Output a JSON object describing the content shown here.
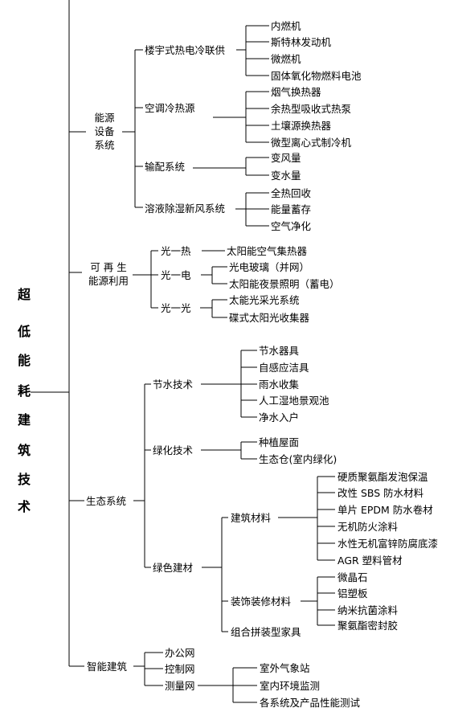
{
  "root": {
    "title_chars": [
      "超",
      "低",
      "能",
      "耗",
      "建",
      "筑",
      "技",
      "术"
    ]
  },
  "energy_equipment": {
    "label_lines": [
      "能源",
      "设备",
      "系统"
    ],
    "cchp": {
      "label": "楼宇式热电冷联供",
      "items": [
        "内燃机",
        "斯特林发动机",
        "微燃机",
        "固体氧化物燃料电池"
      ]
    },
    "ac": {
      "label": "空调冷热源",
      "items": [
        "烟气换热器",
        "余热型吸收式热泵",
        "土壤源换热器",
        "微型离心式制冷机"
      ]
    },
    "distribution": {
      "label": "输配系统",
      "items": [
        "变风量",
        "变水量"
      ]
    },
    "dehumid": {
      "label": "溶液除湿新风系统",
      "items": [
        "全热回收",
        "能量蓄存",
        "空气净化"
      ]
    }
  },
  "renewable": {
    "label_lines": [
      "可 再 生",
      "能源利用"
    ],
    "photo_thermal": {
      "label": "光一热",
      "items": [
        "太阳能空气集热器"
      ]
    },
    "photo_electric": {
      "label": "光一电",
      "items": [
        "光电玻璃（并网）",
        "太阳能夜景照明（蓄电）"
      ]
    },
    "photo_light": {
      "label": "光一光",
      "items": [
        "太能光采光系统",
        "碟式太阳光收集器"
      ]
    }
  },
  "ecology": {
    "label": "生态系统",
    "water": {
      "label": "节水技术",
      "items": [
        "节水器具",
        "自感应洁具",
        "雨水收集",
        "人工湿地景观池",
        "净水入户"
      ]
    },
    "green": {
      "label": "绿化技术",
      "items": [
        "种植屋面",
        "生态仓(室内绿化)"
      ]
    },
    "materials": {
      "label": "绿色建材",
      "building": {
        "label": "建筑材料",
        "items": [
          "硬质聚氨酯发泡保温",
          "改性 SBS 防水材料",
          "单片 EPDM 防水卷材",
          "无机防火涂料",
          "水性无机富锌防腐底漆",
          "AGR 塑料管材"
        ]
      },
      "decoration": {
        "label": "装饰装修材料",
        "items": [
          "微晶石",
          "铝塑板",
          "纳米抗菌涂料",
          "聚氨酯密封胶"
        ]
      },
      "furniture": {
        "label": "组合拼装型家具"
      }
    }
  },
  "smart": {
    "label": "智能建筑",
    "office_net": "办公网",
    "control_net": "控制网",
    "measure_net": {
      "label": "测量网",
      "items": [
        "室外气象站",
        "室内环境监测",
        "各系统及产品性能测试"
      ]
    }
  }
}
